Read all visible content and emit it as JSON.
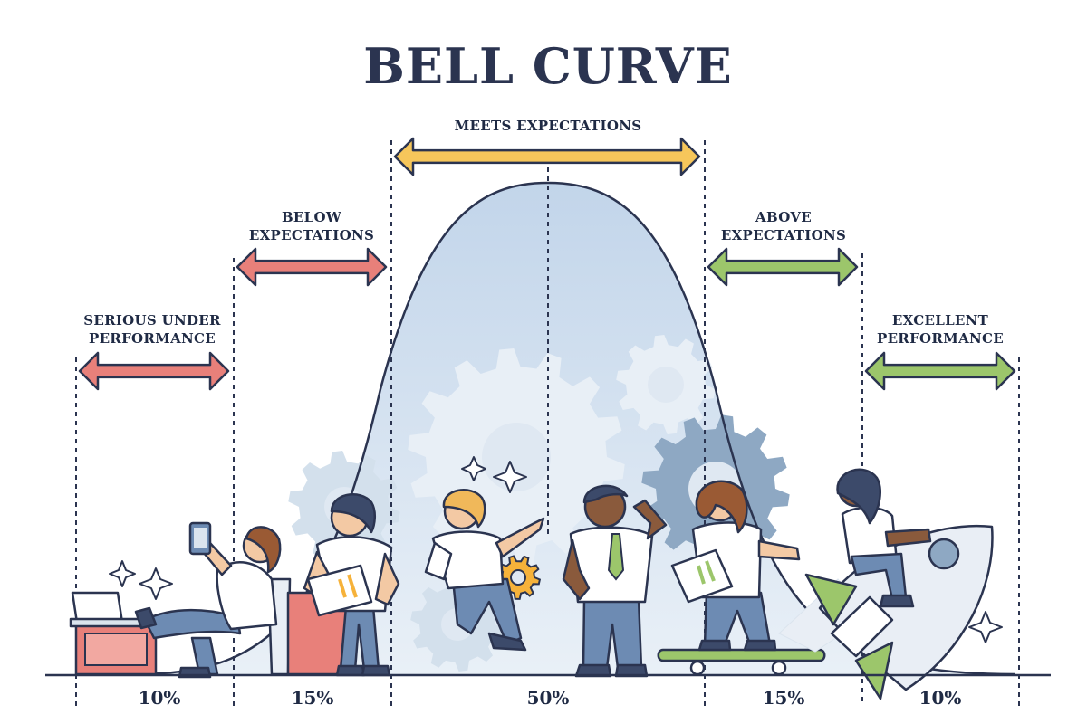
{
  "title": "BELL CURVE",
  "bands": [
    {
      "label_lines": [
        "SERIOUS UNDER",
        "PERFORMANCE"
      ],
      "percent": "10%",
      "arrow_color": "#e8807a"
    },
    {
      "label_lines": [
        "BELOW",
        "EXPECTATIONS"
      ],
      "percent": "15%",
      "arrow_color": "#e8807a"
    },
    {
      "label_lines": [
        "MEETS EXPECTATIONS"
      ],
      "percent": "50%",
      "arrow_color": "#f6c65b"
    },
    {
      "label_lines": [
        "ABOVE",
        "EXPECTATIONS"
      ],
      "percent": "15%",
      "arrow_color": "#9cc66b"
    },
    {
      "label_lines": [
        "EXCELLENT",
        "PERFORMANCE"
      ],
      "percent": "10%",
      "arrow_color": "#9cc66b"
    }
  ],
  "colors": {
    "outline": "#2b3450",
    "curve_fill": "#c9d9ea",
    "gear": "#e8eff6",
    "gear_dark": "#8ea8c3",
    "gear_orange": "#f6b23a",
    "shirt": "#ffffff",
    "pants": "#6d8bb3",
    "skin_light": "#f3c9a4",
    "skin_dark": "#8a5a3c",
    "hair_brown": "#9a5a34",
    "hair_blond": "#f0b85a",
    "hair_dark": "#3c4a6a",
    "tie": "#9cc66b",
    "desk": "#e8807a",
    "rocket": "#e9eef5",
    "rocket_fin": "#9cc66b"
  },
  "icons": [
    "gear-icon",
    "sparkle-icon",
    "laptop-icon",
    "phone-icon",
    "clipboard-icon",
    "rocket-icon",
    "skateboard-icon"
  ]
}
